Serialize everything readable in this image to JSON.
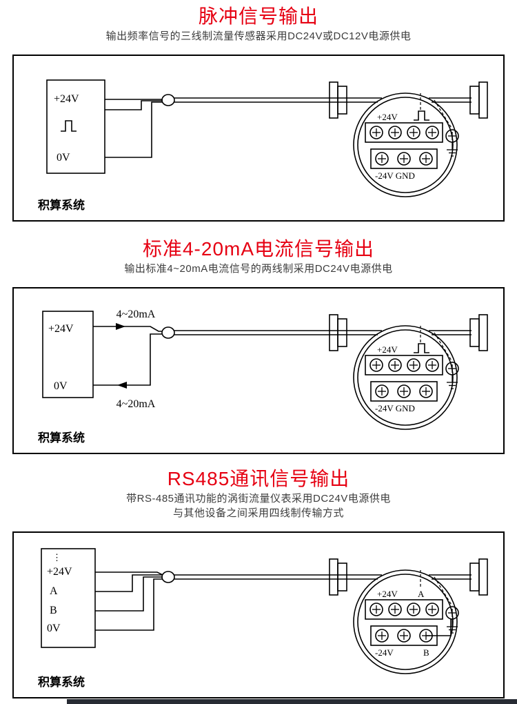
{
  "accent_color": "#e60012",
  "sections": [
    {
      "title": "脉冲信号输出",
      "subtitle1": "输出频率信号的三线制流量传感器采用DC24V或DC12V电源供电",
      "system_label": "积算系统",
      "power_box": {
        "v_plus": "+24V",
        "v_zero": "0V"
      },
      "sensor": {
        "top_left": "+24V",
        "bottom": "-24V GND"
      }
    },
    {
      "title": "标准4-20mA电流信号输出",
      "subtitle1": "输出标准4~20mA电流信号的两线制采用DC24V电源供电",
      "system_label": "积算系统",
      "power_box": {
        "v_plus": "+24V",
        "v_zero": "0V"
      },
      "wire_label_top": "4~20mA",
      "wire_label_bottom": "4~20mA",
      "sensor": {
        "top_left": "+24V",
        "bottom": "-24V GND"
      }
    },
    {
      "title": "RS485通讯信号输出",
      "subtitle1": "带RS-485通讯功能的涡街流量仪表采用DC24V电源供电",
      "subtitle2": "与其他设备之间采用四线制传输方式",
      "system_label": "积算系统",
      "power_box": {
        "more": "⋮",
        "v_plus": "+24V",
        "line_a": "A",
        "line_b": "B",
        "v_zero": "0V"
      },
      "sensor": {
        "top_left": "+24V",
        "top_right": "A",
        "bottom_left": "-24V",
        "bottom_right": "B"
      }
    }
  ]
}
